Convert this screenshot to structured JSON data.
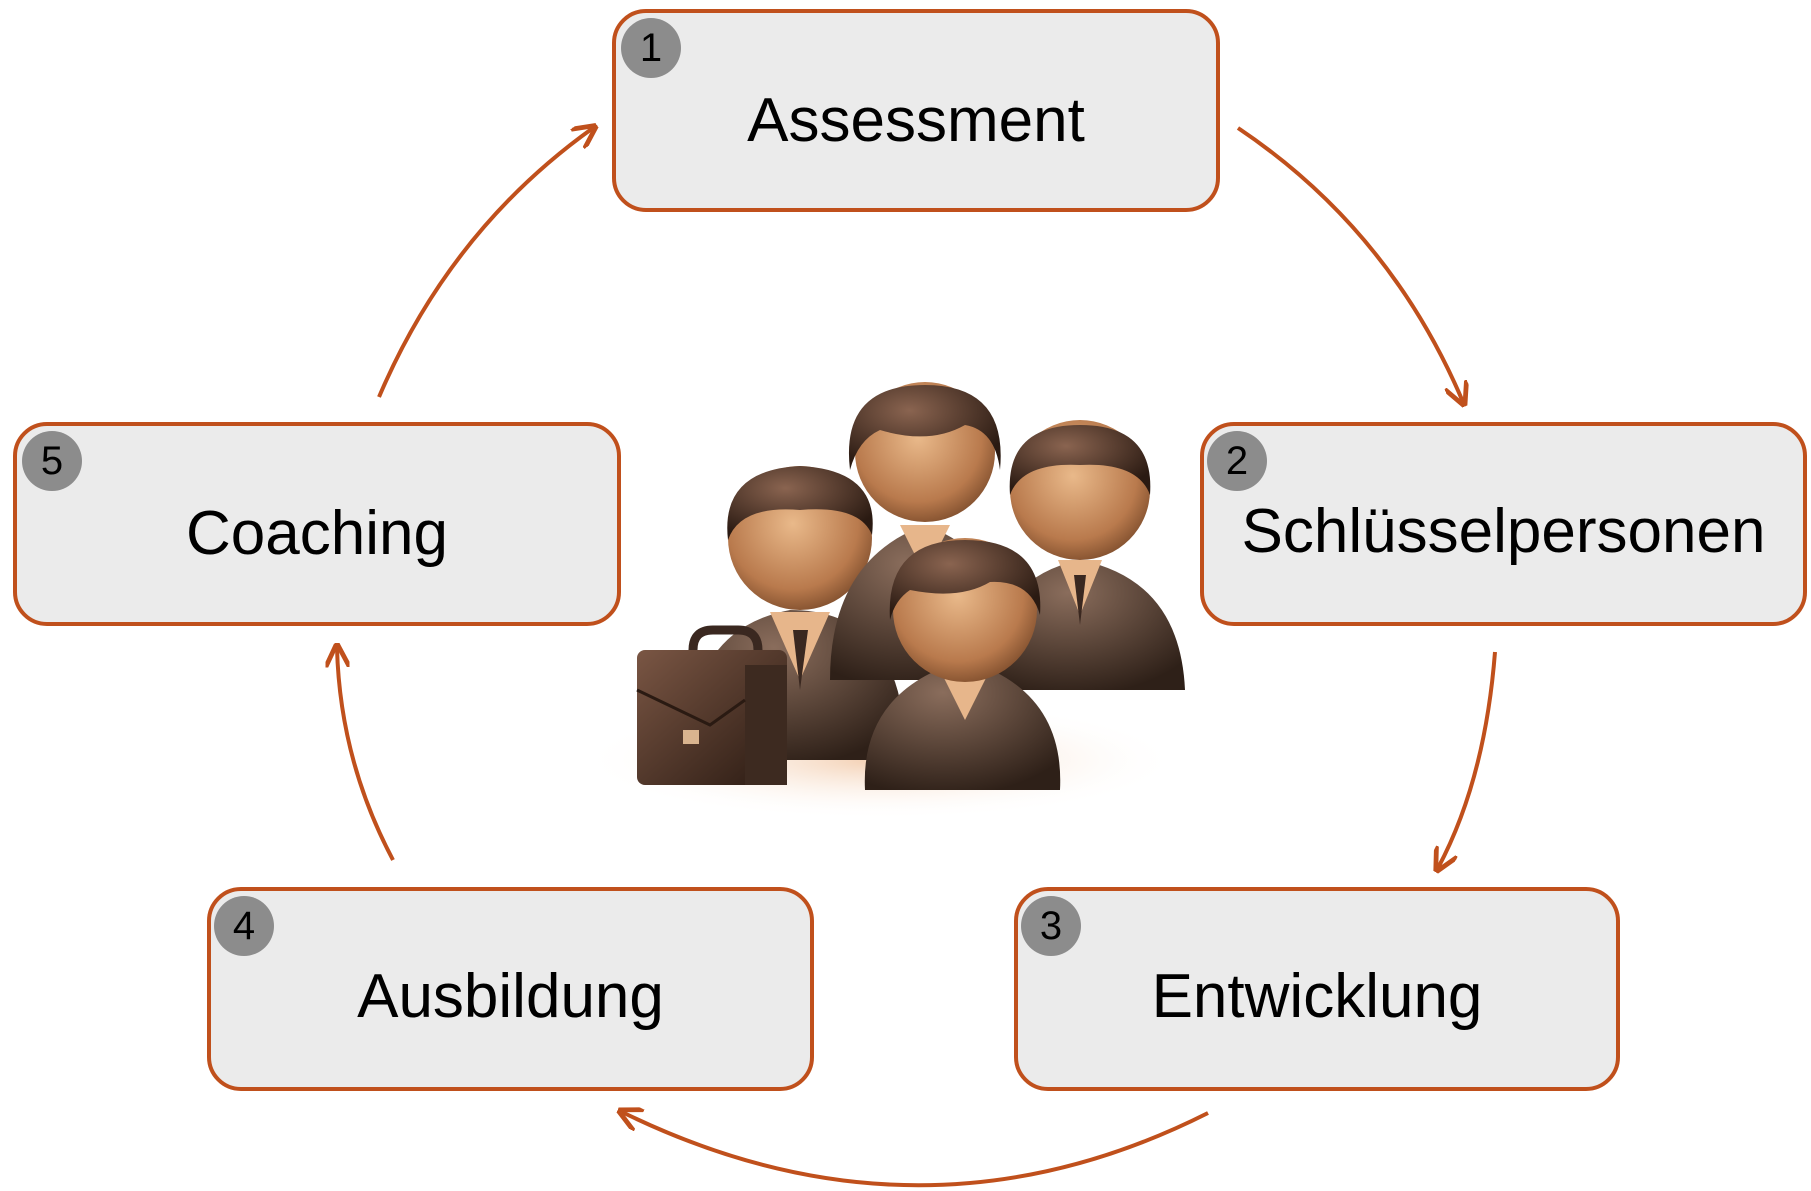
{
  "diagram": {
    "steps": [
      {
        "number": "1",
        "label": "Assessment"
      },
      {
        "number": "2",
        "label": "Schlüsselpersonen"
      },
      {
        "number": "3",
        "label": "Entwicklung"
      },
      {
        "number": "4",
        "label": "Ausbildung"
      },
      {
        "number": "5",
        "label": "Coaching"
      }
    ],
    "center_image": "team-people-icon",
    "colors": {
      "accent": "#c0501c",
      "box_fill": "#ebebeb",
      "badge_fill": "#8c8c8c"
    }
  }
}
